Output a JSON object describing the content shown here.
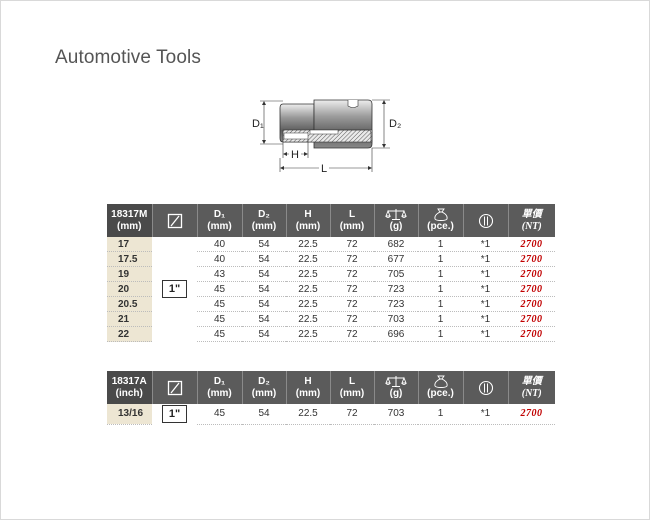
{
  "page": {
    "title": "Automotive Tools"
  },
  "diagram": {
    "labels": {
      "d1": "D₁",
      "d2": "D₂",
      "h": "H",
      "l": "L"
    }
  },
  "tables": [
    {
      "model": "18317M",
      "model_unit": "(mm)",
      "drive": "1\"",
      "headers": {
        "d1": "D₁",
        "d1_unit": "(mm)",
        "d2": "D₂",
        "d2_unit": "(mm)",
        "h": "H",
        "h_unit": "(mm)",
        "l": "L",
        "l_unit": "(mm)",
        "weight_unit": "(g)",
        "pack_unit": "(pce.)",
        "price": "單價",
        "price_unit": "(NT)"
      },
      "rows": [
        {
          "size": "17",
          "d1": "40",
          "d2": "54",
          "h": "22.5",
          "l": "72",
          "weight": "682",
          "pack": "1",
          "type": "*1",
          "price": "2700"
        },
        {
          "size": "17.5",
          "d1": "40",
          "d2": "54",
          "h": "22.5",
          "l": "72",
          "weight": "677",
          "pack": "1",
          "type": "*1",
          "price": "2700"
        },
        {
          "size": "19",
          "d1": "43",
          "d2": "54",
          "h": "22.5",
          "l": "72",
          "weight": "705",
          "pack": "1",
          "type": "*1",
          "price": "2700"
        },
        {
          "size": "20",
          "d1": "45",
          "d2": "54",
          "h": "22.5",
          "l": "72",
          "weight": "723",
          "pack": "1",
          "type": "*1",
          "price": "2700"
        },
        {
          "size": "20.5",
          "d1": "45",
          "d2": "54",
          "h": "22.5",
          "l": "72",
          "weight": "723",
          "pack": "1",
          "type": "*1",
          "price": "2700"
        },
        {
          "size": "21",
          "d1": "45",
          "d2": "54",
          "h": "22.5",
          "l": "72",
          "weight": "703",
          "pack": "1",
          "type": "*1",
          "price": "2700"
        },
        {
          "size": "22",
          "d1": "45",
          "d2": "54",
          "h": "22.5",
          "l": "72",
          "weight": "696",
          "pack": "1",
          "type": "*1",
          "price": "2700"
        }
      ]
    },
    {
      "model": "18317A",
      "model_unit": "(inch)",
      "drive": "1\"",
      "headers": {
        "d1": "D₁",
        "d1_unit": "(mm)",
        "d2": "D₂",
        "d2_unit": "(mm)",
        "h": "H",
        "h_unit": "(mm)",
        "l": "L",
        "l_unit": "(mm)",
        "weight_unit": "(g)",
        "pack_unit": "(pce.)",
        "price": "單價",
        "price_unit": "(NT)"
      },
      "rows": [
        {
          "size": "13/16",
          "d1": "45",
          "d2": "54",
          "h": "22.5",
          "l": "72",
          "weight": "703",
          "pack": "1",
          "type": "*1",
          "price": "2700"
        }
      ]
    }
  ]
}
